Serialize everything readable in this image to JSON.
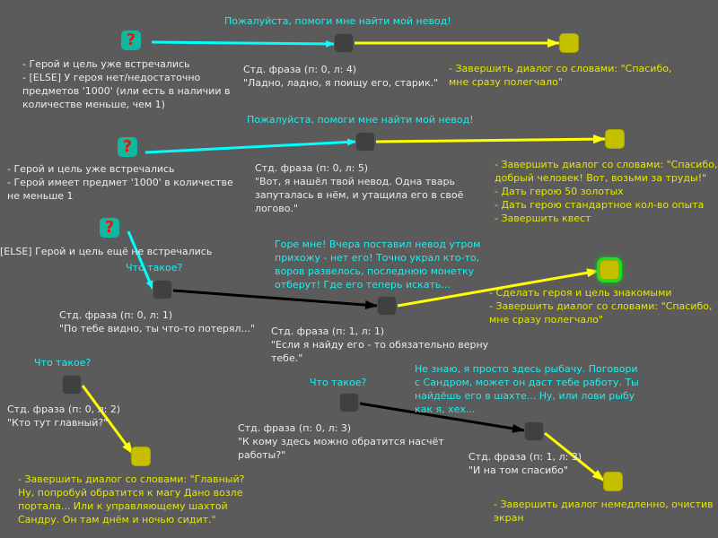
{
  "colors": {
    "background": "#5b5b5b",
    "condition": "#10b8a0",
    "npc_text": "#19f0f0",
    "action_text": "#e6e600",
    "phrase_node": "#404040",
    "end_node": "#c4c000",
    "selected_glow": "#22dd22"
  },
  "icons": {
    "condition": "question-mark-icon"
  },
  "branches": [
    {
      "conditions": "- Герой и цель уже встречались\n- [ELSE] У героя нет/недостаточно\nпредметов '1000' (или есть в наличии в\nколичестве меньше, чем 1)",
      "npc_line": "Пожалуйста, помоги мне найти мой невод!",
      "phrase_header": "Стд. фраза (п: 0, л: 4)",
      "phrase_text": "\"Ладно, ладно, я поищу его, старик.\"",
      "actions": "- Завершить диалог со словами: \"Спасибо,\nмне сразу полегчало\""
    },
    {
      "conditions": "- Герой и цель уже встречались\n- Герой имеет предмет '1000' в количестве\nне меньше 1",
      "npc_line": "Пожалуйста, помоги мне найти мой невод!",
      "phrase_header": "Стд. фраза (п: 0, л: 5)",
      "phrase_text": "\"Вот, я нашёл твой невод. Одна тварь\nзапуталась в нём, и утащила его в своё\nлогово.\"",
      "actions": "- Завершить диалог со словами: \"Спасибо,\nдобрый человек! Вот, возьми за труды!\"\n- Дать герою 50 золотых\n- Дать герою стандартное кол-во опыта\n- Завершить квест"
    },
    {
      "conditions": "[ELSE] Герой и цель ещё не встречались",
      "npc_line": "Что такое?",
      "phrase_header": "Стд. фраза (п: 0, л: 1)",
      "phrase_text": "\"По тебе видно, ты что-то потерял...\"",
      "npc_reply": "Горе мне! Вчера поставил невод утром\nприхожу - нет его! Точно украл кто-то,\nворов развелось, последнюю монетку\nотберут! Где его теперь искать...",
      "reply_header": "Стд. фраза (п: 1, л: 1)",
      "reply_text": "\"Если я найду его - то обязательно верну\nтебе.\"",
      "actions": "- Сделать героя и цель знакомыми\n- Завершить диалог со словами: \"Спасибо,\nмне сразу полегчало\""
    },
    {
      "npc_line": "Что такое?",
      "phrase_header": "Стд. фраза (п: 0, л: 2)",
      "phrase_text": "\"Кто тут главный?\"",
      "actions": "- Завершить диалог со словами: \"Главный?\nНу, попробуй обратится к магу Дано возле\nпортала... Или к управляющему шахтой\nСандру. Он там днём и ночью сидит.\""
    },
    {
      "npc_line": "Что такое?",
      "phrase_header": "Стд. фраза (п: 0, л: 3)",
      "phrase_text": "\"К кому здесь можно обратится насчёт\nработы?\"",
      "npc_reply": "Не знаю, я просто здесь рыбачу. Поговори\nс Сандром, может он даст тебе работу. Ты\nнайдёшь его в шахте... Ну, или лови рыбу\nкак я, хех...",
      "reply_header": "Стд. фраза (п: 1, л: 3)",
      "reply_text": "\"И на том спасибо\"",
      "actions": "- Завершить диалог немедленно, очистив\nэкран"
    }
  ]
}
